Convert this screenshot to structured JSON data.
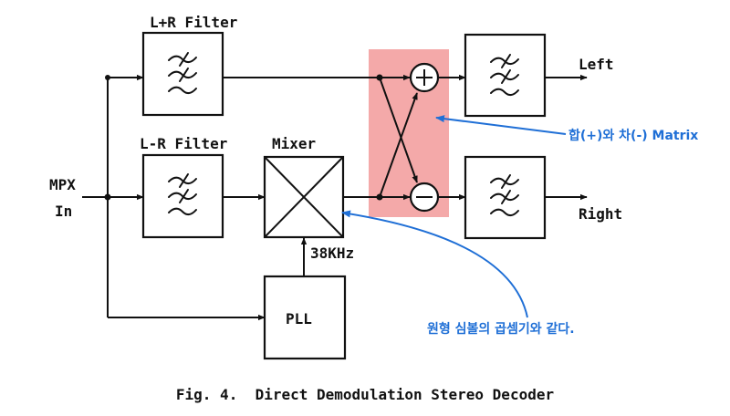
{
  "blocks": {
    "lr_sum_filter": "L+R Filter",
    "lr_diff_filter": "L-R Filter",
    "mixer": "Mixer",
    "pll": "PLL",
    "pll_freq": "38KHz"
  },
  "input": {
    "line1": "MPX",
    "line2": "In"
  },
  "outputs": {
    "left": "Left",
    "right": "Right"
  },
  "annotations": {
    "matrix": "합(+)와 차(-) Matrix",
    "mixer_note": "원형 심볼의 곱셈기와 같다."
  },
  "caption": "Fig. 4.  Direct Demodulation Stereo Decoder",
  "colors": {
    "matrix_highlight": "#f4a9a9",
    "annotation": "#1f6fd6",
    "line": "#111111"
  }
}
